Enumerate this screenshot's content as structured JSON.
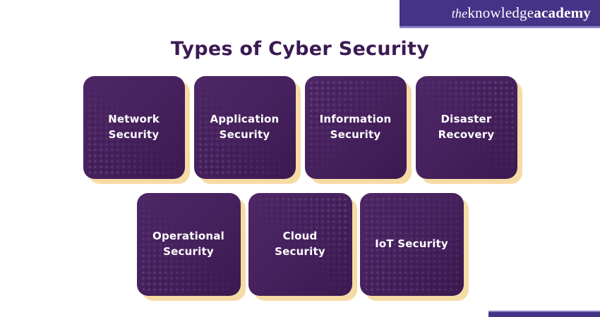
{
  "brand": {
    "the": "the",
    "knowledge": "knowledge",
    "academy": "academy"
  },
  "title": "Types of Cyber Security",
  "rows": [
    {
      "cards": [
        {
          "label": "Network Security"
        },
        {
          "label": "Application Security"
        },
        {
          "label": "Information Security"
        },
        {
          "label": "Disaster Recovery"
        }
      ]
    },
    {
      "cards": [
        {
          "label": "Operational Security"
        },
        {
          "label": "Cloud Security"
        },
        {
          "label": "IoT Security"
        }
      ]
    }
  ],
  "colors": {
    "header_purple": "#443386",
    "stripe_lavender": "#8d80c5",
    "card_purple": "#47225e",
    "shadow_cream": "#f6dba4",
    "title_purple": "#3b1a54",
    "card_text": "#ffffff"
  }
}
